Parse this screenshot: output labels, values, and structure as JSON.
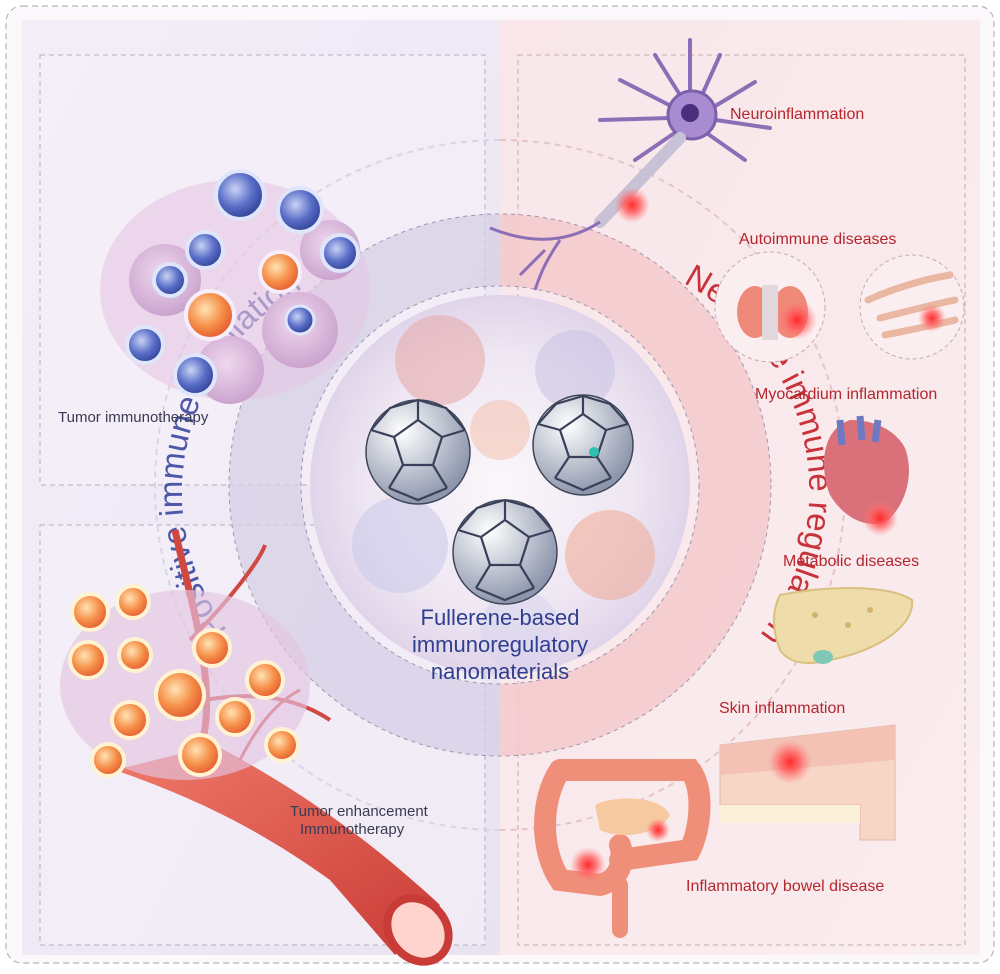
{
  "arcs": {
    "positive": "Positive immune regulation",
    "negative": "Negative immune regulation"
  },
  "center": {
    "lines": [
      "Fullerene-based",
      "immunoregulatory",
      "nanomaterials"
    ]
  },
  "left_labels": {
    "tumor_immunotherapy": "Tumor immunotherapy",
    "tumor_enhancement_1": "Tumor enhancement",
    "tumor_enhancement_2": "Immunotherapy"
  },
  "right_labels": {
    "neuroinflammation": "Neuroinflammation",
    "autoimmune": "Autoimmune diseases",
    "myocardium": "Myocardium inflammation",
    "metabolic": "Metabolic diseases",
    "skin": "Skin inflammation",
    "ibd": "Inflammatory bowel disease"
  },
  "colors": {
    "positive_accent": "#4d57a8",
    "negative_accent": "#c8333b",
    "center_title": "#2e3f8f"
  }
}
